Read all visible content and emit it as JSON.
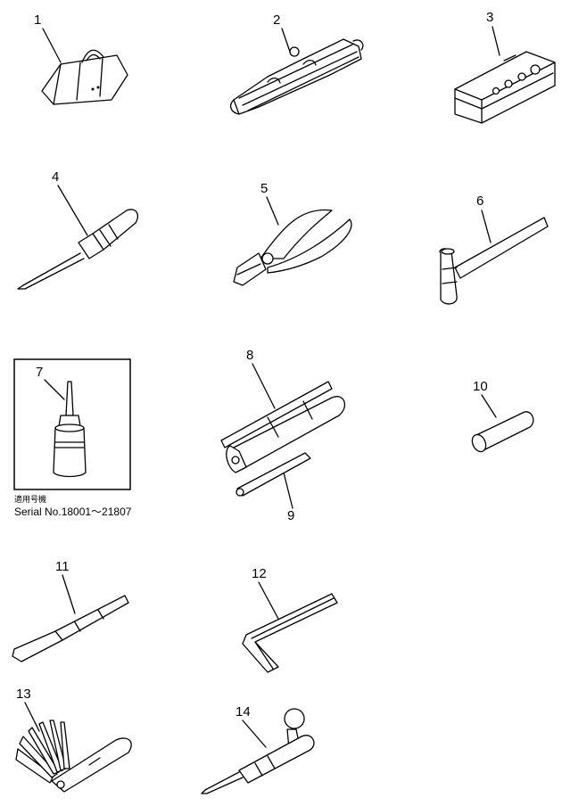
{
  "parts": [
    {
      "num": "1"
    },
    {
      "num": "2"
    },
    {
      "num": "3"
    },
    {
      "num": "4"
    },
    {
      "num": "5"
    },
    {
      "num": "6"
    },
    {
      "num": "7"
    },
    {
      "num": "8"
    },
    {
      "num": "9"
    },
    {
      "num": "10"
    },
    {
      "num": "11"
    },
    {
      "num": "12"
    },
    {
      "num": "13"
    },
    {
      "num": "14"
    }
  ],
  "item7_note": {
    "jp_label": "適用号機",
    "serial": "Serial No.18001～21807"
  }
}
